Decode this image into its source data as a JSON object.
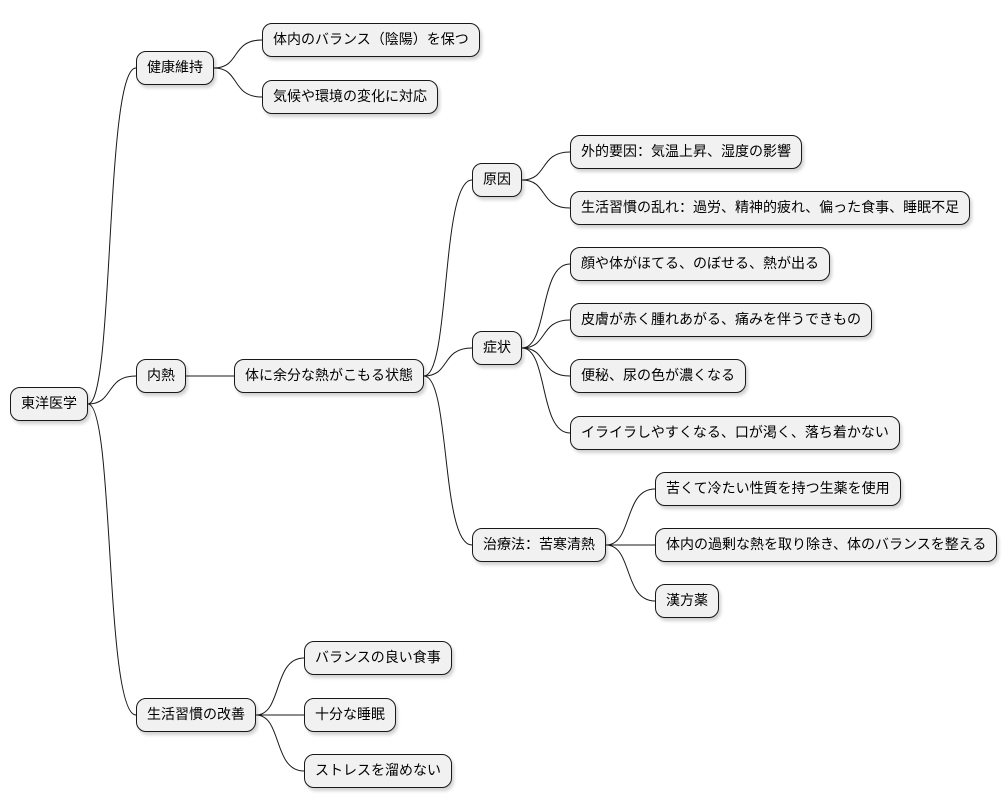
{
  "root": {
    "label": "東洋医学"
  },
  "health": {
    "label": "健康維持",
    "children": [
      "体内のバランス（陰陽）を保つ",
      "気候や環境の変化に対応"
    ]
  },
  "internal_heat": {
    "label": "内熱",
    "definition": "体に余分な熱がこもる状態",
    "cause": {
      "label": "原因",
      "children": [
        "外的要因：気温上昇、湿度の影響",
        "生活習慣の乱れ：過労、精神的疲れ、偏った食事、睡眠不足"
      ]
    },
    "symptoms": {
      "label": "症状",
      "children": [
        "顔や体がほてる、のぼせる、熱が出る",
        "皮膚が赤く腫れあがる、痛みを伴うできもの",
        "便秘、尿の色が濃くなる",
        "イライラしやすくなる、口が渇く、落ち着かない"
      ]
    },
    "treatment": {
      "label": "治療法：苦寒清熱",
      "children": [
        "苦くて冷たい性質を持つ生薬を使用",
        "体内の過剰な熱を取り除き、体のバランスを整える",
        "漢方薬"
      ]
    }
  },
  "lifestyle": {
    "label": "生活習慣の改善",
    "children": [
      "バランスの良い食事",
      "十分な睡眠",
      "ストレスを溜めない"
    ]
  }
}
